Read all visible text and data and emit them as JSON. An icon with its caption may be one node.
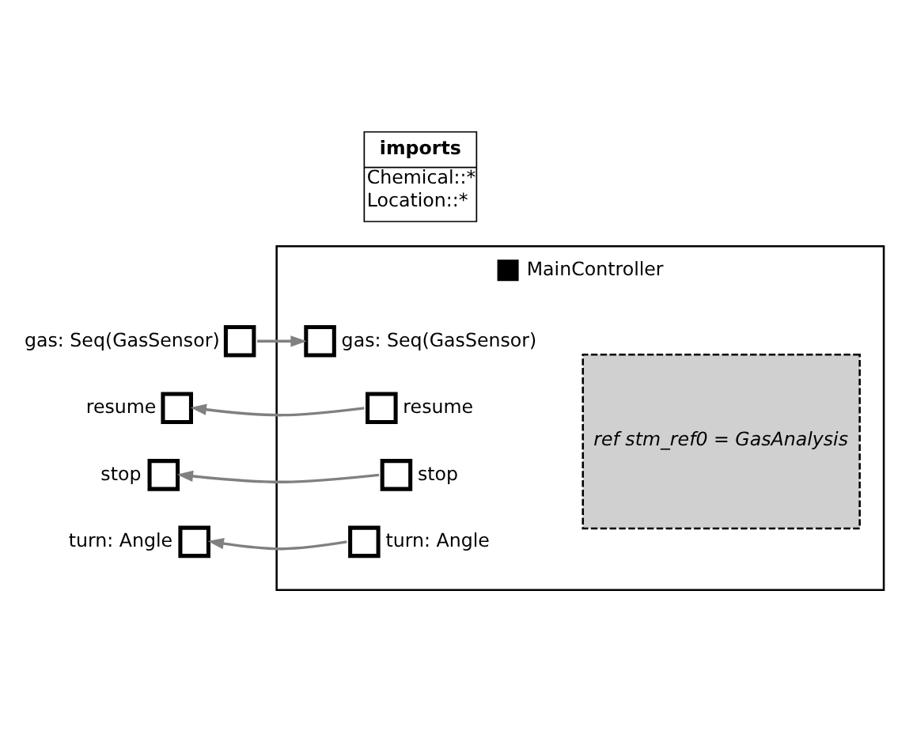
{
  "diagram": {
    "nodes": [
      {
        "text": [
          "imports",
          "Chemical::*",
          "Location::*"
        ]
      },
      {
        "text": [
          "MainController"
        ]
      },
      {
        "text": [],
        "shape": "box",
        "beside": [
          "gas: Seq(GasSensor)"
        ]
      },
      {
        "text": [],
        "shape": "box",
        "beside": [
          "resume"
        ]
      },
      {
        "text": [],
        "shape": "box",
        "beside": [
          "stop"
        ]
      },
      {
        "text": [],
        "shape": "box",
        "beside": [
          "turn: Angle"
        ]
      },
      {
        "text": [
          "ref stm_ref0 = GasAnalysis"
        ],
        "in": 1
      },
      {
        "text": [],
        "shape": "box",
        "beside": [
          "gas: Seq(GasSensor)"
        ],
        "in": 1
      },
      {
        "text": [],
        "shape": "box",
        "beside": [
          "resume"
        ],
        "in": 1
      },
      {
        "text": [],
        "shape": "box",
        "beside": [
          "stop"
        ],
        "in": 1
      },
      {
        "text": [],
        "shape": "box",
        "beside": [
          "turn: Angle"
        ],
        "in": 1
      }
    ],
    "edges": [
      {
        "from": 2,
        "to": 7,
        "arrow": "to"
      },
      {
        "from": 8,
        "to": 3,
        "arrow": "to"
      },
      {
        "from": 9,
        "to": 4,
        "arrow": "to"
      },
      {
        "from": 10,
        "to": 5,
        "arrow": "to"
      }
    ]
  }
}
